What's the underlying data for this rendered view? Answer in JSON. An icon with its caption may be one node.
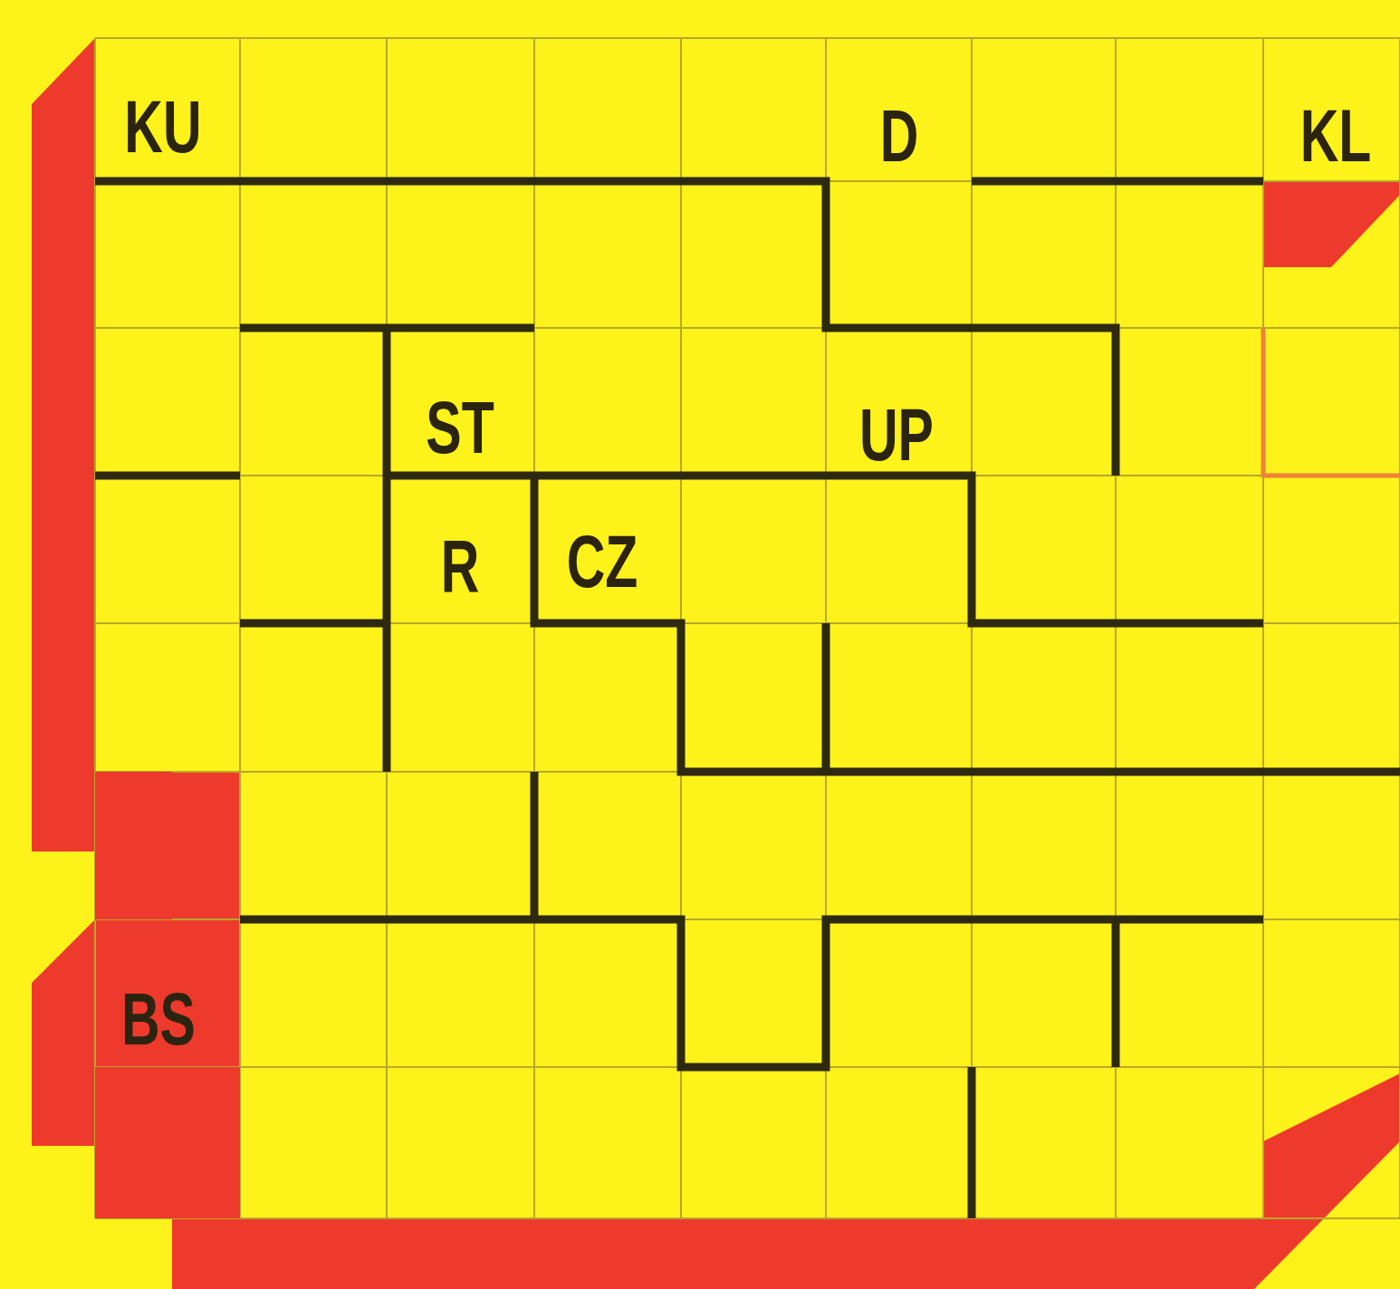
{
  "diagram": {
    "labels": [
      "KU",
      "D",
      "KL",
      "ST",
      "UP",
      "R",
      "CZ",
      "BS"
    ]
  }
}
